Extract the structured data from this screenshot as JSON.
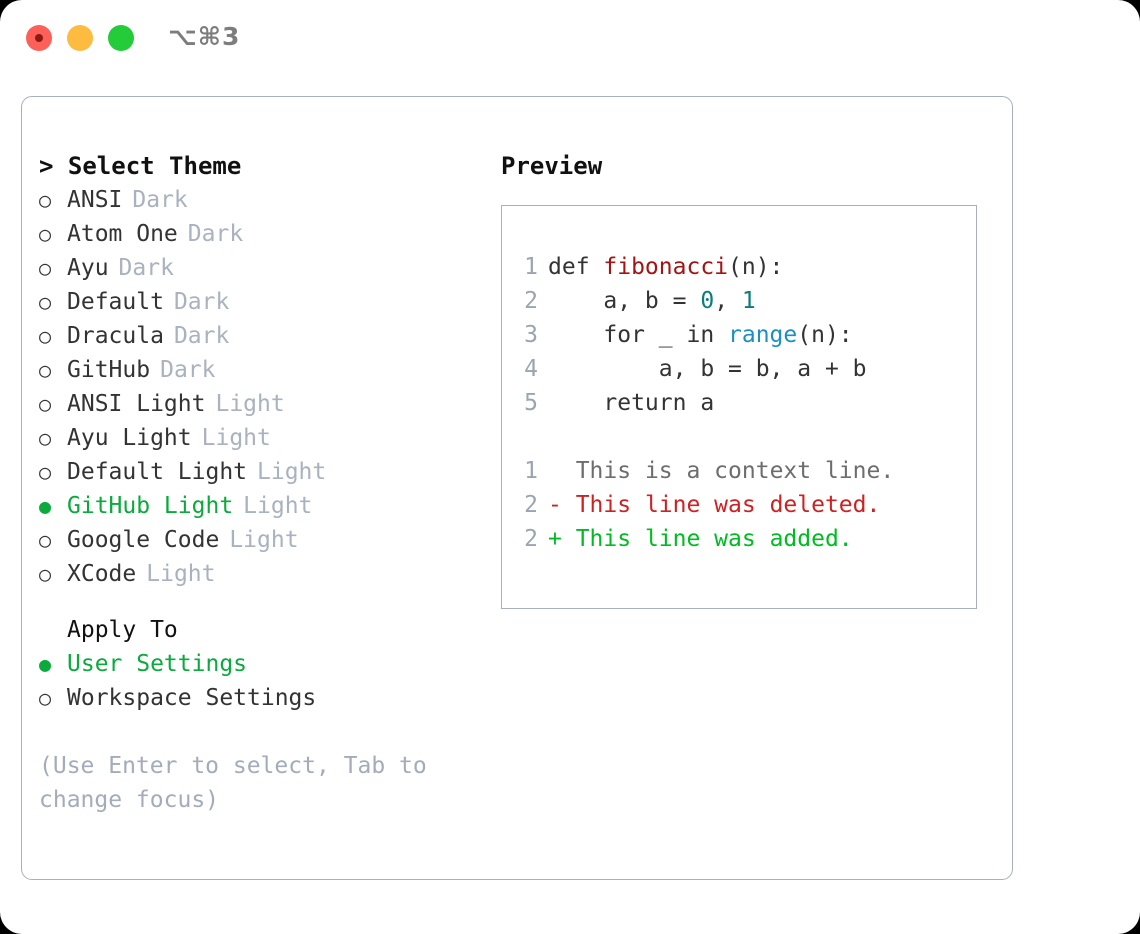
{
  "window": {
    "title": "⌥⌘3",
    "traffic_lights": [
      "close-red",
      "minimize-yellow",
      "maximize-green"
    ]
  },
  "theme_list": {
    "header": "> Select Theme",
    "items": [
      {
        "bullet": "○",
        "name": "ANSI",
        "category": "Dark",
        "selected": false
      },
      {
        "bullet": "○",
        "name": "Atom One",
        "category": "Dark",
        "selected": false
      },
      {
        "bullet": "○",
        "name": "Ayu",
        "category": "Dark",
        "selected": false
      },
      {
        "bullet": "○",
        "name": "Default",
        "category": "Dark",
        "selected": false
      },
      {
        "bullet": "○",
        "name": "Dracula",
        "category": "Dark",
        "selected": false
      },
      {
        "bullet": "○",
        "name": "GitHub",
        "category": "Dark",
        "selected": false
      },
      {
        "bullet": "○",
        "name": "ANSI Light",
        "category": "Light",
        "selected": false
      },
      {
        "bullet": "○",
        "name": "Ayu Light",
        "category": "Light",
        "selected": false
      },
      {
        "bullet": "○",
        "name": "Default Light",
        "category": "Light",
        "selected": false
      },
      {
        "bullet": "●",
        "name": "GitHub Light",
        "category": "Light",
        "selected": true
      },
      {
        "bullet": "○",
        "name": "Google Code",
        "category": "Light",
        "selected": false
      },
      {
        "bullet": "○",
        "name": "XCode",
        "category": "Light",
        "selected": false
      }
    ]
  },
  "apply_to": {
    "header": "Apply To",
    "items": [
      {
        "bullet": "●",
        "name": "User Settings",
        "selected": true
      },
      {
        "bullet": "○",
        "name": "Workspace Settings",
        "selected": false
      }
    ]
  },
  "hint": "(Use Enter to select, Tab to change focus)",
  "preview": {
    "header": "Preview",
    "code_lines": [
      {
        "num": "1",
        "segments": [
          {
            "text": "def ",
            "style": "plain"
          },
          {
            "text": "fibonacci",
            "style": "fn"
          },
          {
            "text": "(n):",
            "style": "plain"
          }
        ]
      },
      {
        "num": "2",
        "segments": [
          {
            "text": "    a, b = ",
            "style": "plain"
          },
          {
            "text": "0",
            "style": "num"
          },
          {
            "text": ", ",
            "style": "plain"
          },
          {
            "text": "1",
            "style": "num"
          }
        ]
      },
      {
        "num": "3",
        "segments": [
          {
            "text": "    for _ in ",
            "style": "plain"
          },
          {
            "text": "range",
            "style": "call"
          },
          {
            "text": "(n):",
            "style": "plain"
          }
        ]
      },
      {
        "num": "4",
        "segments": [
          {
            "text": "        a, b = b, a + b",
            "style": "plain"
          }
        ]
      },
      {
        "num": "5",
        "segments": [
          {
            "text": "    return a",
            "style": "plain"
          }
        ]
      }
    ],
    "diff_lines": [
      {
        "num": "1",
        "marker": "  ",
        "text": "This is a context line.",
        "kind": "context"
      },
      {
        "num": "2",
        "marker": "- ",
        "text": "This line was deleted.",
        "kind": "deleted"
      },
      {
        "num": "2",
        "marker": "+ ",
        "text": "This line was added.",
        "kind": "added"
      }
    ]
  },
  "colors": {
    "selection_green": "#0aaa3c",
    "category_gray": "#a9b2bf",
    "border": "#a7b0bd",
    "line_number": "#9aa5b1",
    "syntax_function": "#a31515",
    "syntax_number": "#0d7c7c",
    "syntax_call": "#1a8fc4",
    "diff_deleted": "#cc2222",
    "diff_added": "#00bb22",
    "diff_context": "#6d6d6d",
    "hint_text": "#a3acba"
  }
}
